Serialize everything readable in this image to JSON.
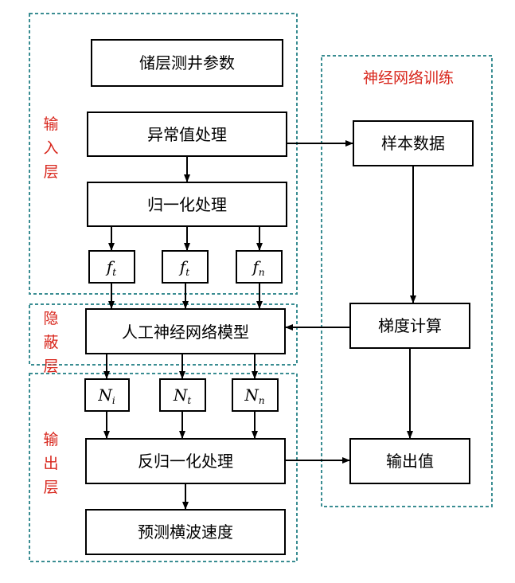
{
  "regions": {
    "input": "输入层",
    "hidden": "隐蔽层",
    "output": "输出层",
    "training": "神经网络训练"
  },
  "boxes": {
    "logging_params": "储层测井参数",
    "outlier_processing": "异常值处理",
    "normalization": "归一化处理",
    "ann_model": "人工神经网络模型",
    "denormalization": "反归一化处理",
    "predicted_shear_velocity": "预测横波速度",
    "sample_data": "样本数据",
    "gradient_calc": "梯度计算",
    "output_value": "输出值"
  },
  "features": [
    {
      "base": "f",
      "sub": "t"
    },
    {
      "base": "f",
      "sub": "t"
    },
    {
      "base": "f",
      "sub": "n"
    }
  ],
  "neurons": [
    {
      "base": "N",
      "sub": "i"
    },
    {
      "base": "N",
      "sub": "t"
    },
    {
      "base": "N",
      "sub": "n"
    }
  ],
  "colors": {
    "region_border": "#3a8d92",
    "label_red": "#d8261c",
    "box_border": "#000000"
  }
}
